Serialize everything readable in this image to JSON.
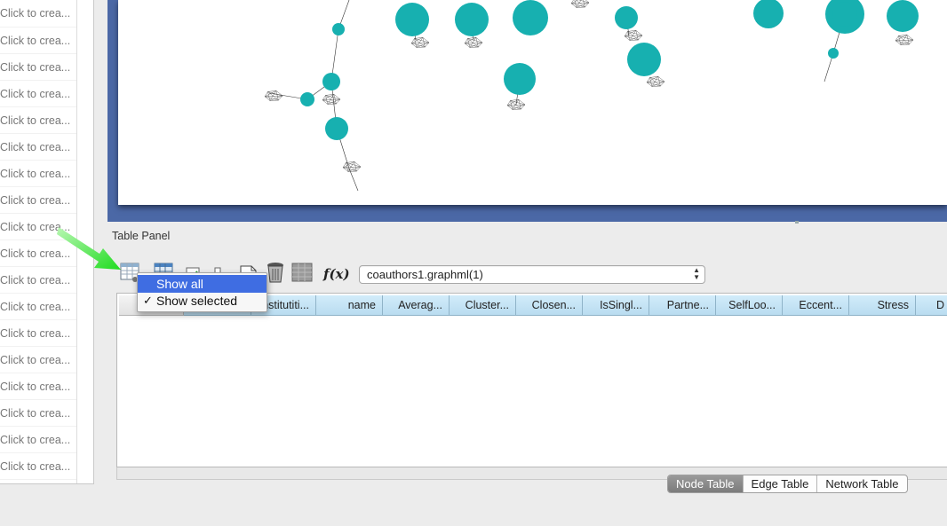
{
  "left_list": {
    "items": [
      "Click to crea...",
      "Click to crea...",
      "Click to crea...",
      "Click to crea...",
      "Click to crea...",
      "Click to crea...",
      "Click to crea...",
      "Click to crea...",
      "Click to crea...",
      "Click to crea...",
      "Click to crea...",
      "Click to crea...",
      "Click to crea...",
      "Click to crea...",
      "Click to crea...",
      "Click to crea...",
      "Click to crea...",
      "Click to crea..."
    ]
  },
  "network_view": {
    "background_color": "#4b68a6",
    "node_color": "#17b0b0"
  },
  "table_panel": {
    "title": "Table Panel",
    "table_selector": "coauthors1.graphml(1)",
    "fx_label": "f(x)",
    "toolbar_icons": [
      "show-columns-icon",
      "table-grid-icon",
      "add-column-icon",
      "delete-column-icon",
      "new-table-icon",
      "trash-icon",
      "table-lock-icon",
      "function-builder-icon"
    ],
    "columns": [
      "",
      "",
      "institutiti...",
      "name",
      "Averag...",
      "Cluster...",
      "Closen...",
      "IsSingl...",
      "Partne...",
      "SelfLoo...",
      "Eccent...",
      "Stress",
      "D"
    ]
  },
  "popup_menu": {
    "items": [
      {
        "label": "Show all",
        "highlighted": true,
        "checked": false
      },
      {
        "label": "Show selected",
        "highlighted": false,
        "checked": true
      }
    ],
    "check_glyph": "✓"
  },
  "tabs": [
    {
      "label": "Node Table",
      "active": true
    },
    {
      "label": "Edge Table",
      "active": false
    },
    {
      "label": "Network Table",
      "active": false
    }
  ],
  "annotation": {
    "arrow_color": "#33e233"
  }
}
